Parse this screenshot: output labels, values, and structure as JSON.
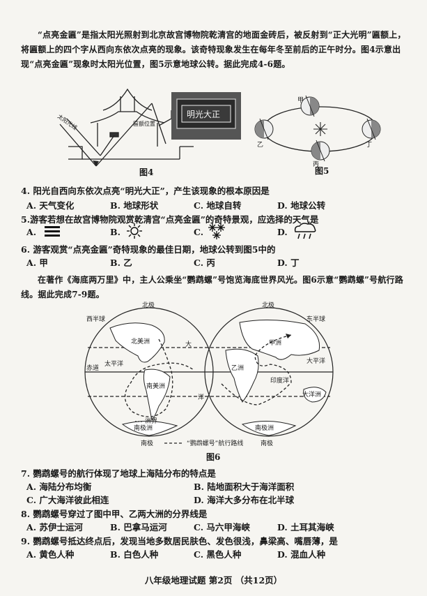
{
  "intro1": "“点亮金匾”是指太阳光照射到北京故宫博物院乾清宫的地面金砖后，被反射到“正大光明”匾额上，将匾额上的四个字从西向东依次点亮的现象。该奇特现象发生在每年冬至前后的正午时分。图4示意出现“点亮金匾”现象时太阳光位置，图5示意地球公转。据此完成4-6题。",
  "fig4": {
    "caption": "图4",
    "sun_label": "太阳光线",
    "plaque_label": "匾额位置",
    "plaque_text": "明光大正"
  },
  "fig5": {
    "caption": "图5",
    "positions": [
      "甲",
      "乙",
      "丙",
      "丁"
    ]
  },
  "q4": {
    "stem": "4. 阳光自西向东依次点亮“明光大正”，产生该现象的根本原因是",
    "options": [
      "A. 天气变化",
      "B. 地球形状",
      "C. 地球自转",
      "D. 地球公转"
    ]
  },
  "q5": {
    "stem": "5.游客若想在故宫博物院观赏乾清宫“点亮金匾”的奇特景观，应选择的天气是",
    "options": [
      "A.",
      "B.",
      "C.",
      "D."
    ]
  },
  "q6": {
    "stem": "6. 游客观赏“点亮金匾”奇特现象的最佳日期，地球公转到图5中的",
    "options": [
      "A. 甲",
      "B. 乙",
      "C. 丙",
      "D. 丁"
    ]
  },
  "intro2": "在著作《海底两万里》中，主人公乘坐“鹦鹉螺”号饱览海底世界风光。图6示意“鹦鹉螺”号航行路线。据此完成7-9题。",
  "fig6": {
    "caption": "图6",
    "west_hemi": "西半球",
    "east_hemi": "东半球",
    "north_pole_w": "北极",
    "north_pole_e": "北极",
    "south_pole_w": "南极",
    "south_pole_e": "南极",
    "equator": "赤道",
    "north_america": "北美洲",
    "south_america": "南美洲",
    "pacific_w": "太平洋",
    "da": "大",
    "yang": "洋",
    "antarctica_w": "南极洲",
    "antarctica_e": "南极洲",
    "jia": "甲洲",
    "yi": "乙洲",
    "pacific_e": "大平洋",
    "indian": "印度洋",
    "oceania": "大洋洲",
    "continent_boundary": "洲界",
    "route_label": "“鹦鹉螺号”航行路线"
  },
  "q7": {
    "stem": "7. 鹦鹉螺号的航行体现了地球上海陆分布的特点是",
    "options": [
      "A. 海陆分布均衡",
      "B. 陆地面积大于海洋面积",
      "C. 广大海洋彼此相连",
      "D. 海洋大多分布在北半球"
    ]
  },
  "q8": {
    "stem": "8. 鹦鹉螺号穿过了图中甲、乙两大洲的分界线是",
    "options": [
      "A. 苏伊士运河",
      "B. 巴拿马运河",
      "C. 马六甲海峡",
      "D. 土耳其海峡"
    ]
  },
  "q9": {
    "stem": "9. 鹦鹉螺号抵达终点后，发现当地多数居民肤色、发色很浅，鼻梁高、嘴唇薄，是",
    "options": [
      "A. 黄色人种",
      "B. 白色人种",
      "C. 黑色人种",
      "D. 混血人种"
    ]
  },
  "footer": "八年级地理试题 第2页 （共12页）"
}
